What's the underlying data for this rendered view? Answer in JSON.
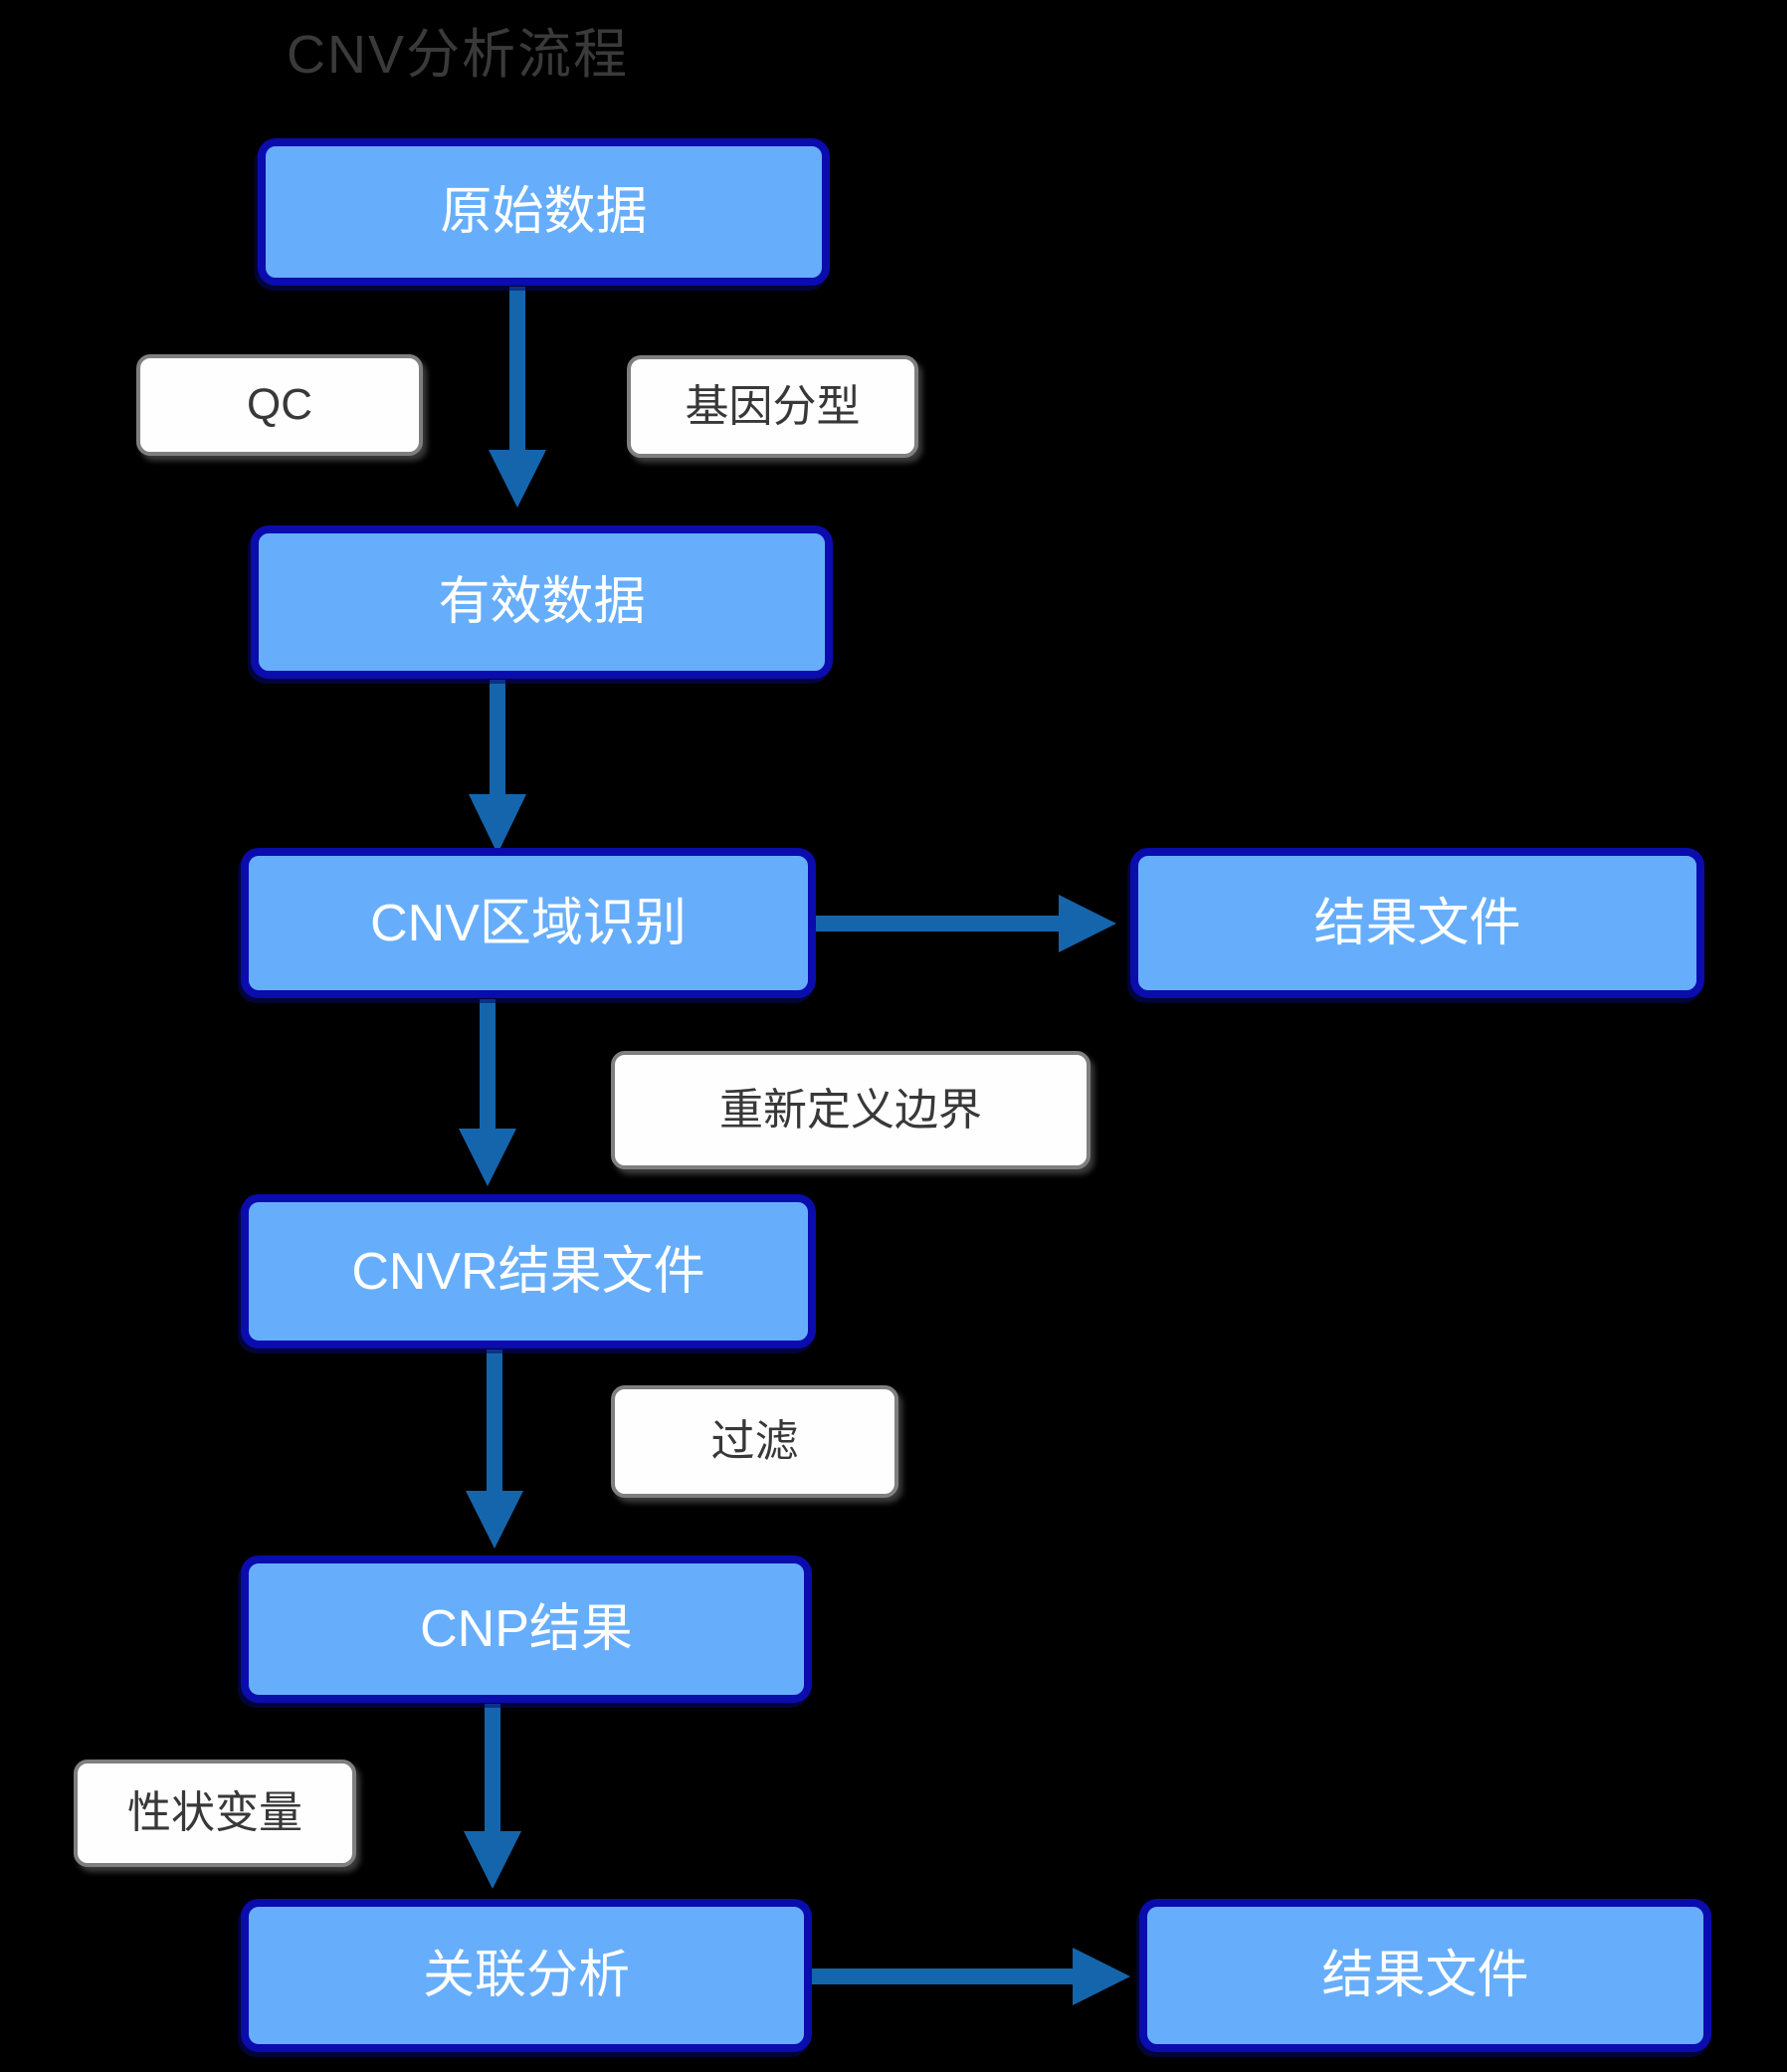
{
  "title": "CNV分析流程",
  "colors": {
    "background": "#000000",
    "node-fill": "#66aefb",
    "node-border": "#0a0cae",
    "node-text": "#ffffff",
    "label-fill": "#fefefe",
    "label-border": "#7f7f7f",
    "label-text": "#383838",
    "arrow": "#1565ad",
    "title-text": "#3a3a3a"
  },
  "nodes": {
    "raw_data": {
      "label": "原始数据"
    },
    "valid_data": {
      "label": "有效数据"
    },
    "cnv_region": {
      "label": "CNV区域识别"
    },
    "result_file_top": {
      "label": "结果文件"
    },
    "cnvr_result": {
      "label": "CNVR结果文件"
    },
    "cnp_result": {
      "label": "CNP结果"
    },
    "association": {
      "label": "关联分析"
    },
    "result_file_bottom": {
      "label": "结果文件"
    }
  },
  "edge_labels": {
    "qc": {
      "label": "QC"
    },
    "genotyping": {
      "label": "基因分型"
    },
    "redefine_boundary": {
      "label": "重新定义边界"
    },
    "filter": {
      "label": "过滤"
    },
    "trait_variable": {
      "label": "性状变量"
    }
  }
}
